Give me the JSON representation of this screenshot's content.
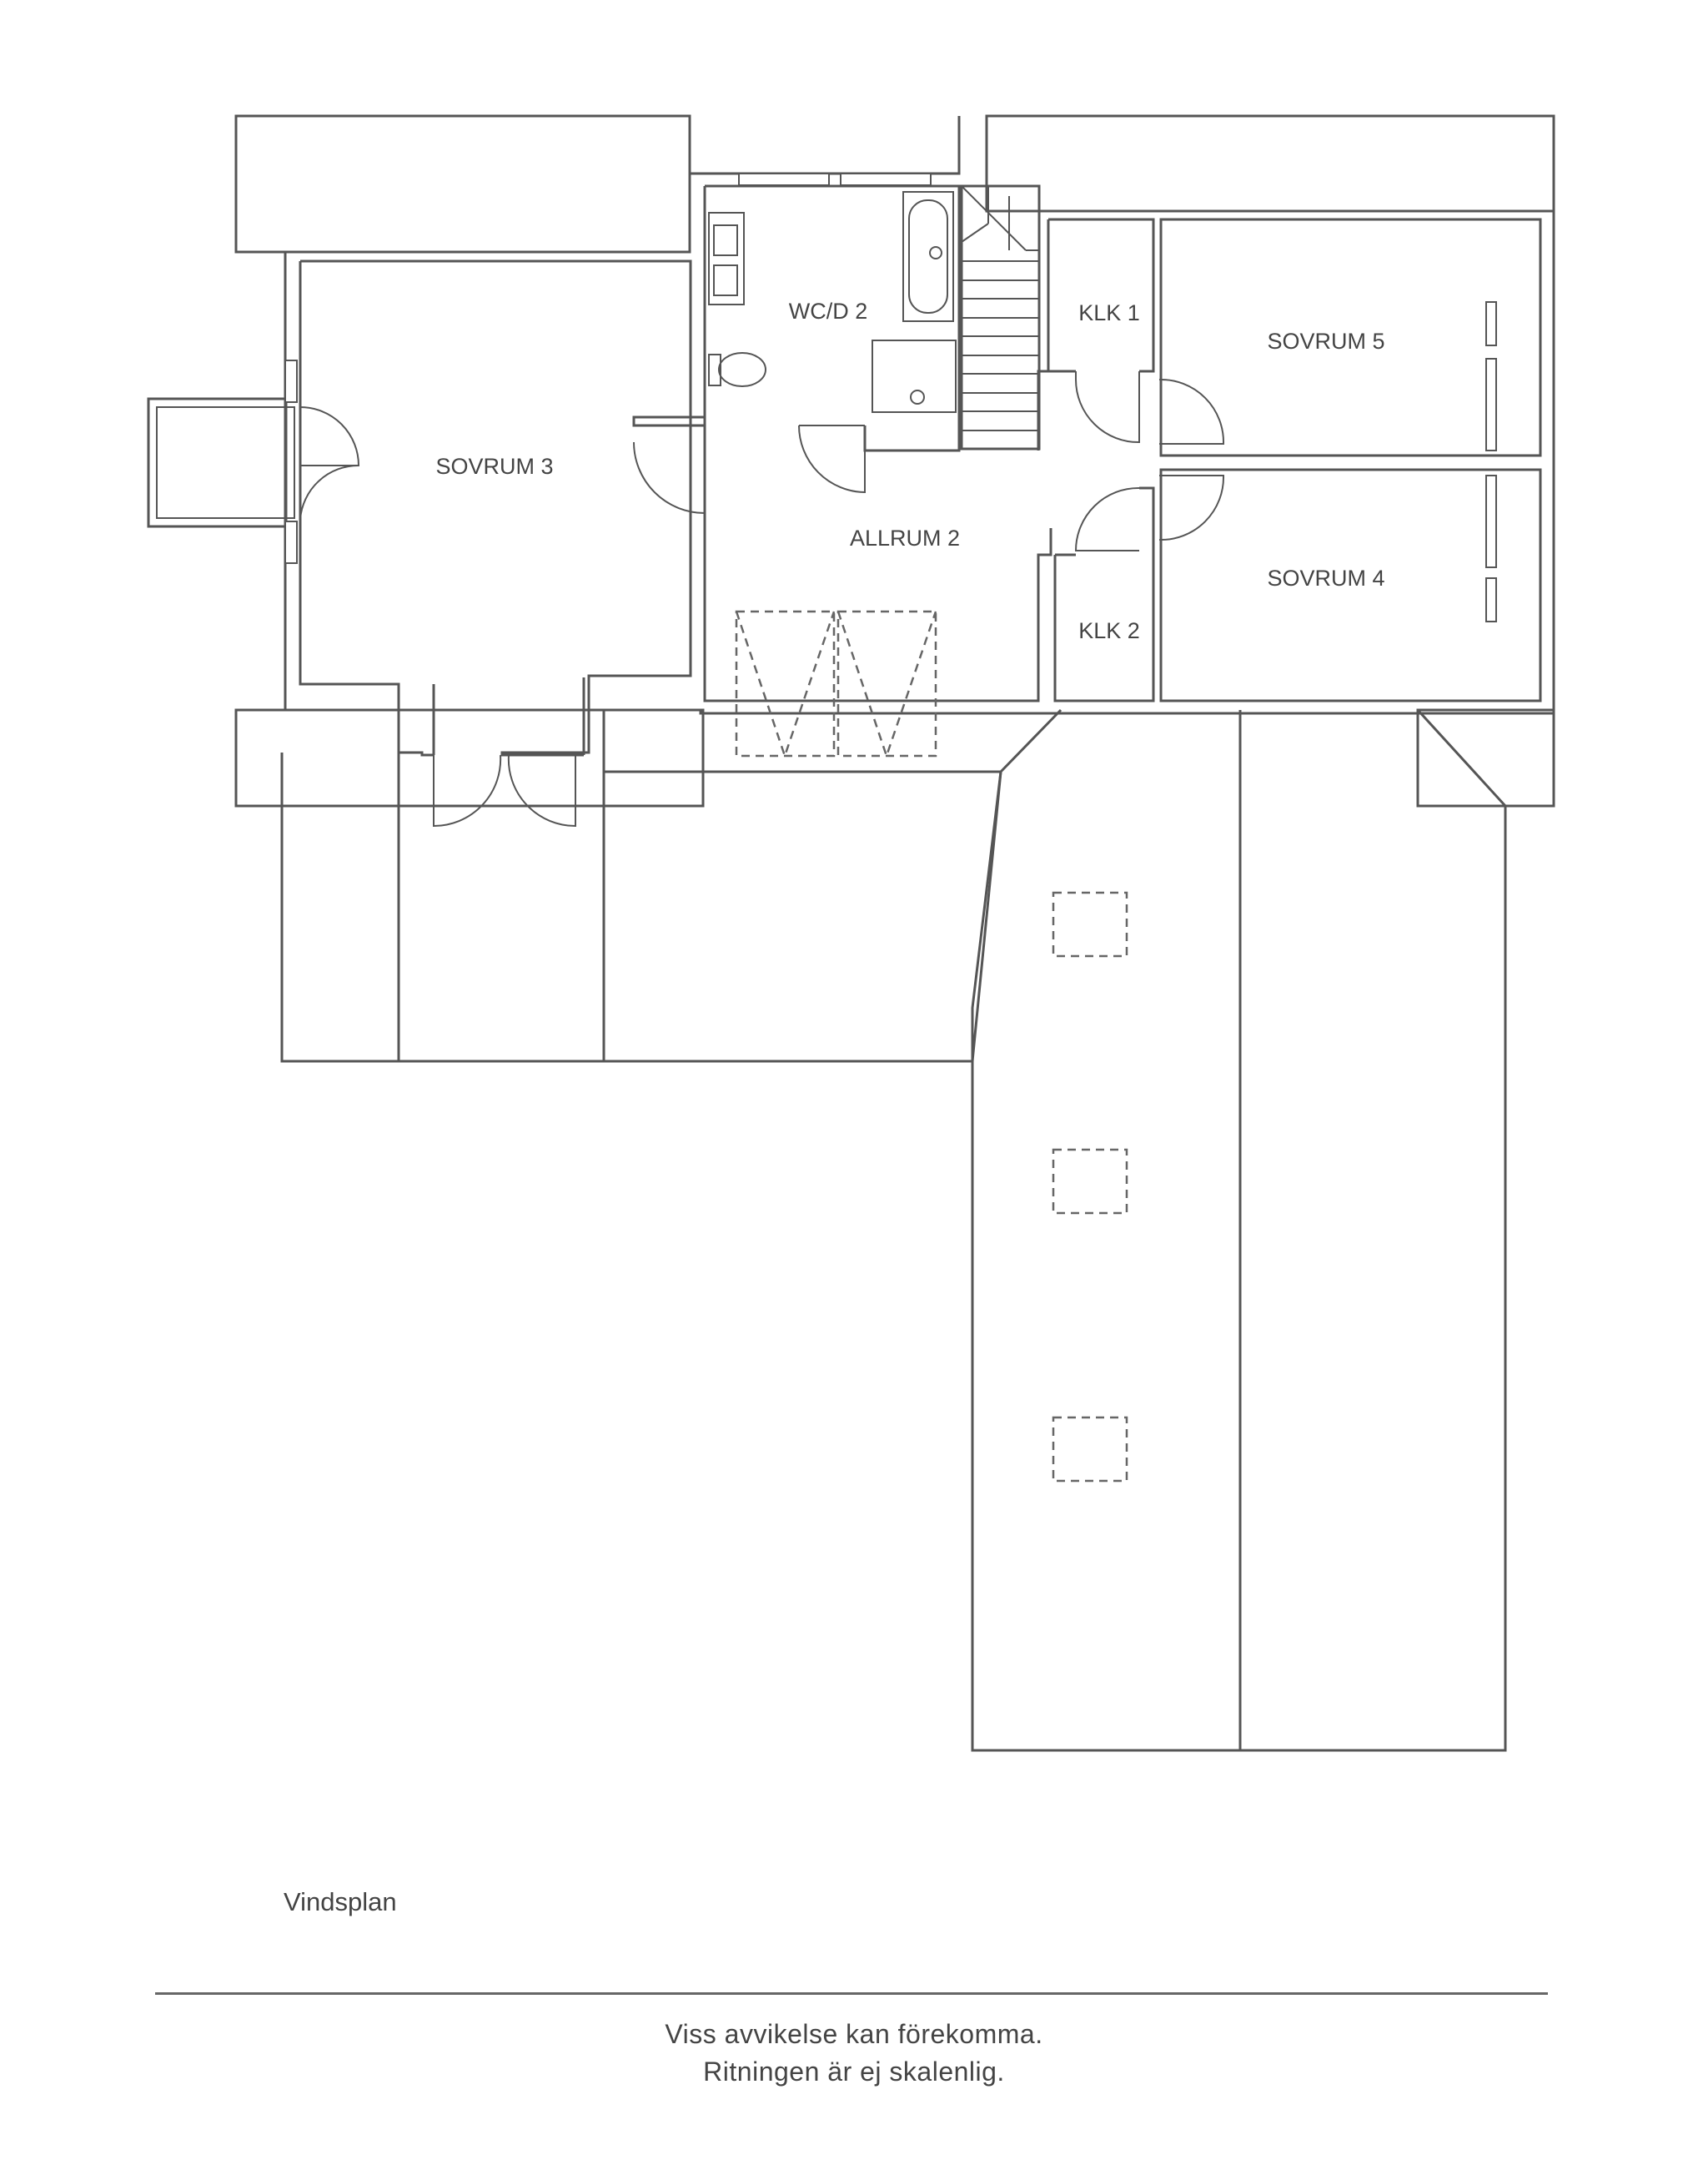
{
  "rooms": {
    "sovrum3": "SOVRUM 3",
    "wcd2": "WC/D 2",
    "allrum2": "ALLRUM 2",
    "klk1": "KLK 1",
    "klk2": "KLK 2",
    "sovrum5": "SOVRUM 5",
    "sovrum4": "SOVRUM 4"
  },
  "plan_title": "Vindsplan",
  "disclaimer": {
    "line1": "Viss avvikelse kan förekomma.",
    "line2": "Ritningen är ej skalenlig."
  }
}
